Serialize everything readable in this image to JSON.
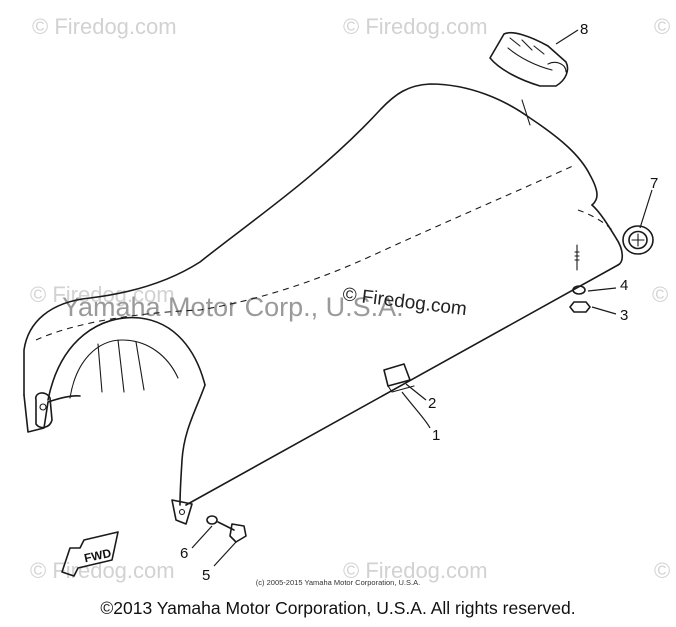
{
  "watermarks": {
    "site": "© Firedog.com",
    "center_site": "© Firedog.com",
    "center_yamaha": "Yamaha Motor Corp., U.S.A."
  },
  "callouts": [
    "1",
    "2",
    "3",
    "4",
    "5",
    "6",
    "7",
    "8"
  ],
  "fwd_label": "FWD",
  "small_copyright": "(c) 2005-2015 Yamaha Motor Corporation, U.S.A.",
  "copyright": "©2013 Yamaha Motor Corporation, U.S.A. All rights reserved."
}
